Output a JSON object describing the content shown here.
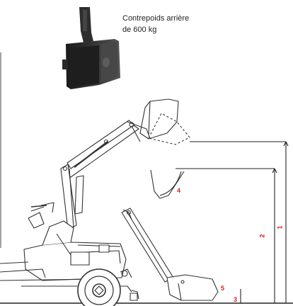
{
  "caption": {
    "line1": "Contrepoids arrière",
    "line2": "de 600 kg"
  },
  "dimensions": {
    "d1": "1",
    "d2": "2",
    "d3": "3",
    "d4": "4",
    "d5": "5"
  },
  "colors": {
    "dimension": "#d42020",
    "line": "#333333",
    "counterweight": "#2a2a2a"
  }
}
